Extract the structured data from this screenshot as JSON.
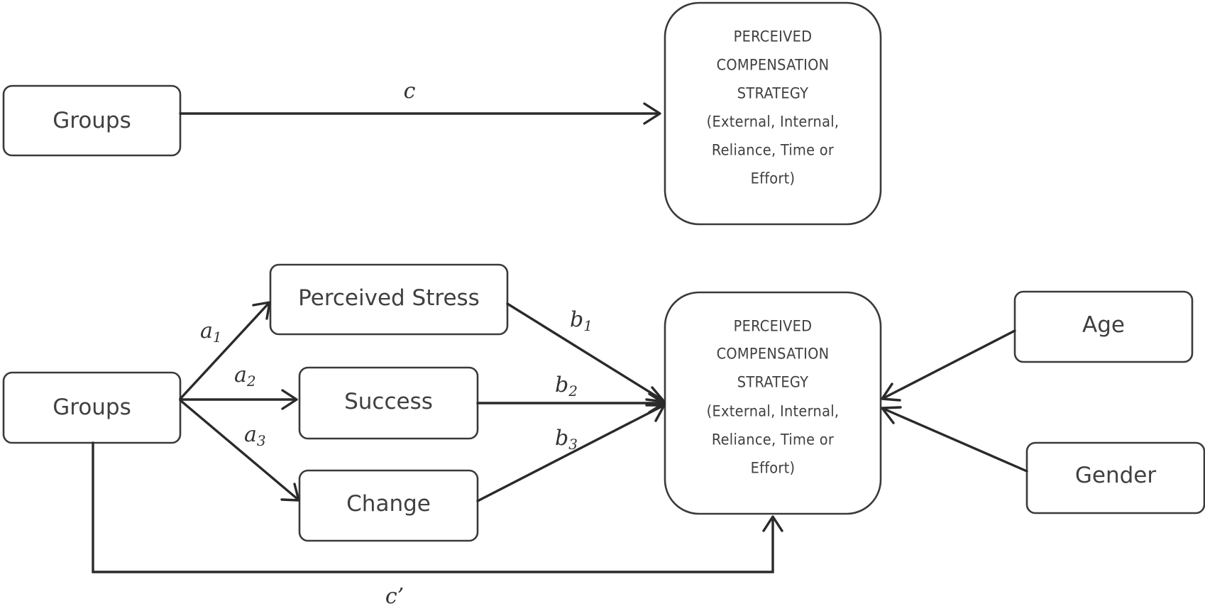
{
  "top_model": {
    "groups_label": "Groups",
    "path_c_label": "c",
    "outcome_lines": [
      "PERCEIVED",
      "COMPENSATION",
      "STRATEGY",
      "(External, Internal,",
      "Reliance, Time or",
      "Effort)"
    ]
  },
  "bottom_model": {
    "groups_label": "Groups",
    "mediators": {
      "stress": "Perceived Stress",
      "success": "Success",
      "change": "Change"
    },
    "paths": {
      "a1": {
        "base": "a",
        "sub": "1"
      },
      "a2": {
        "base": "a",
        "sub": "2"
      },
      "a3": {
        "base": "a",
        "sub": "3"
      },
      "b1": {
        "base": "b",
        "sub": "1"
      },
      "b2": {
        "base": "b",
        "sub": "2"
      },
      "b3": {
        "base": "b",
        "sub": "3"
      },
      "c_prime": "c’"
    },
    "outcome_lines": [
      "PERCEIVED",
      "COMPENSATION",
      "STRATEGY",
      "(External, Internal,",
      "Reliance, Time or",
      "Effort)"
    ],
    "covariates": {
      "age": "Age",
      "gender": "Gender"
    }
  }
}
